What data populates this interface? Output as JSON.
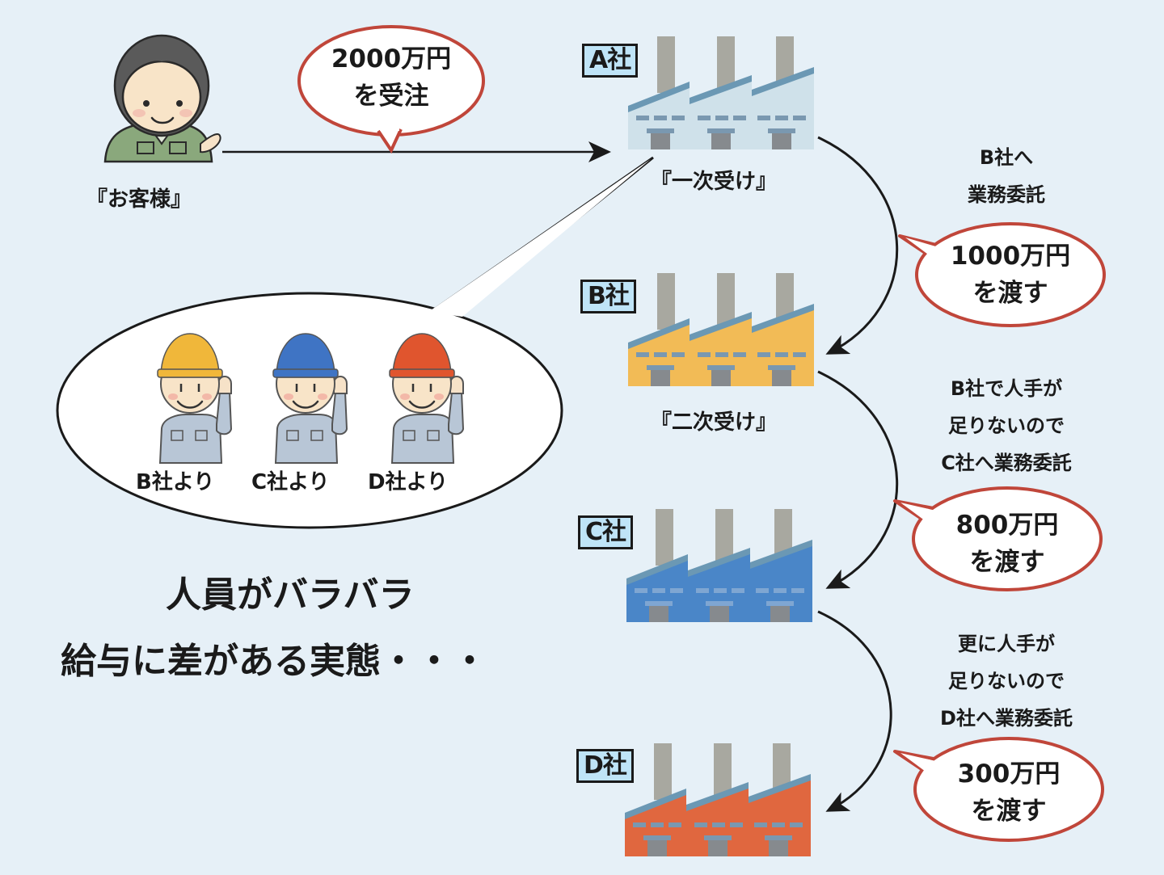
{
  "customer": {
    "label": "『お客様』",
    "shirt_color": "#8aa87c",
    "icon": "customer-person-icon"
  },
  "order_bubble": {
    "line1": "2000万円",
    "line2": "を受注"
  },
  "companies": [
    {
      "name": "A社",
      "caption": "『一次受け』",
      "color": "#cfe1ea",
      "icon": "factory-icon"
    },
    {
      "name": "B社",
      "caption": "『二次受け』",
      "color": "#f2bb56",
      "icon": "factory-icon"
    },
    {
      "name": "C社",
      "caption": "",
      "color": "#4a86c8",
      "icon": "factory-icon"
    },
    {
      "name": "D社",
      "caption": "",
      "color": "#e0673f",
      "icon": "factory-icon"
    }
  ],
  "flows": [
    {
      "note_lines": [
        "B社へ",
        "業務委託"
      ],
      "amount": "1000万円",
      "action": "を渡す"
    },
    {
      "note_lines": [
        "B社で人手が",
        "足りないので",
        "C社へ業務委託"
      ],
      "amount": "800万円",
      "action": "を渡す"
    },
    {
      "note_lines": [
        "更に人手が",
        "足りないので",
        "D社へ業務委託"
      ],
      "amount": "300万円",
      "action": "を渡す"
    }
  ],
  "workers": [
    {
      "label": "B社より",
      "helmet_color": "#f0b73a",
      "icon": "worker-helmet-icon"
    },
    {
      "label": "C社より",
      "helmet_color": "#3f74c4",
      "icon": "worker-helmet-icon"
    },
    {
      "label": "D社より",
      "helmet_color": "#e0552e",
      "icon": "worker-helmet-icon"
    }
  ],
  "conclusion": {
    "line1": "人員がバラバラ",
    "line2": "給与に差がある実態・・・"
  },
  "colors": {
    "background": "#e6f0f7",
    "bubble_border": "#c0463a",
    "label_bg": "#bfe4f7",
    "chimney": "#a8a8a0",
    "roof": "#6b98b4"
  }
}
